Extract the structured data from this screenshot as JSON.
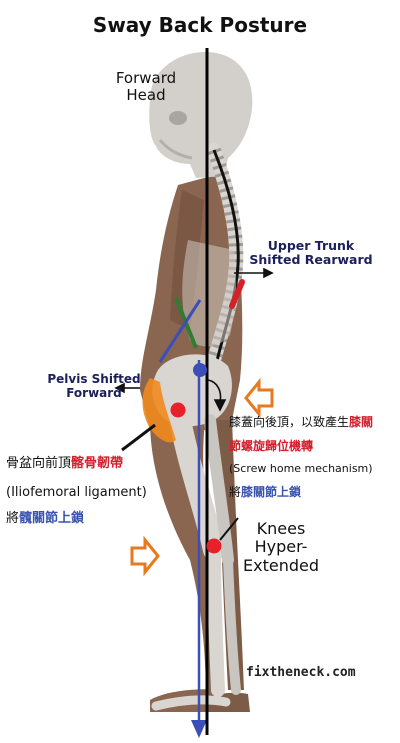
{
  "title": "Sway Back Posture",
  "labels": {
    "forward_head_1": "Forward",
    "forward_head_2": "Head",
    "upper_trunk_1": "Upper Trunk",
    "upper_trunk_2": "Shifted Rearward",
    "pelvis_1": "Pelvis Shifted",
    "pelvis_2": "Forward",
    "knees_1": "Knees",
    "knees_2": "Hyper-",
    "knees_3": "Extended"
  },
  "left_note": {
    "line1_plain": "骨盆向前頂",
    "line1_red": "髂骨韌帶",
    "line2": "(Iliofemoral ligament)",
    "line3_plain": "將",
    "line3_blue": "髖關節上鎖"
  },
  "right_note": {
    "line1_plain": "膝蓋向後頂，以致產生",
    "line1_red": "膝關",
    "line2_red": "節螺旋歸位機轉",
    "line3": "(Screw home mechanism)",
    "line4_plain": "將",
    "line4_blue": "膝關節上鎖"
  },
  "watermark": "fixtheneck.com",
  "colors": {
    "plumb_line": "#000000",
    "gravity_line": "#3a4fb8",
    "highlight_dot": "#e8202a",
    "ligament": "#f08a1e",
    "arrow_outline": "#e8791c",
    "muscle_red": "#d4212a",
    "muscle_green": "#2e7d32",
    "body": "#8a6650",
    "bone": "#d9d6d2"
  }
}
